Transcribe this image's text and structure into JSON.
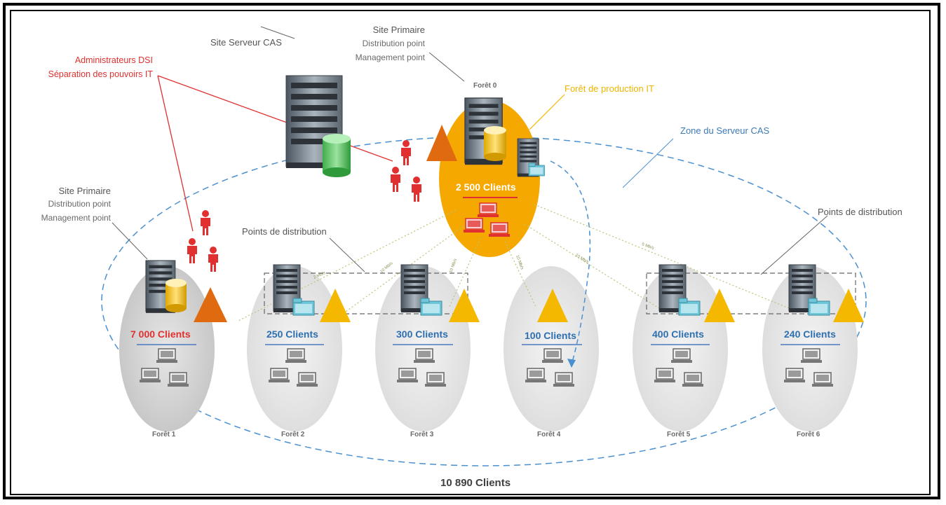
{
  "sites": {
    "cas_label": "Site Serveur CAS",
    "primary_top": [
      "Site Primaire",
      "Distribution point",
      "Management point"
    ],
    "primary_left": [
      "Site Primaire",
      "Distribution point",
      "Management point"
    ]
  },
  "admins": [
    "Administrateurs DSI",
    "Séparation des pouvoirs IT"
  ],
  "production_forest": "Forêt de production IT",
  "cas_zone": "Zone du Serveur CAS",
  "distribution_points_left": "Points de distribution",
  "distribution_points_right": "Points de distribution",
  "forests": [
    {
      "name": "Forêt 0",
      "clients": "2 500 Clients"
    },
    {
      "name": "Forêt 1",
      "clients": "7 000 Clients"
    },
    {
      "name": "Forêt 2",
      "clients": "250 Clients"
    },
    {
      "name": "Forêt 3",
      "clients": "300 Clients"
    },
    {
      "name": "Forêt 4",
      "clients": "100 Clients"
    },
    {
      "name": "Forêt 5",
      "clients": "400 Clients"
    },
    {
      "name": "Forêt 6",
      "clients": "240 Clients"
    }
  ],
  "total_clients": "10 890 Clients",
  "colors": {
    "accent_orange": "#f5a800",
    "triangle_orange": "#f5b800",
    "triangle_dark": "#e06a10",
    "admin_red": "#e03030",
    "zone_blue": "#4a90d0",
    "client_blue": "#2e6fb0"
  }
}
